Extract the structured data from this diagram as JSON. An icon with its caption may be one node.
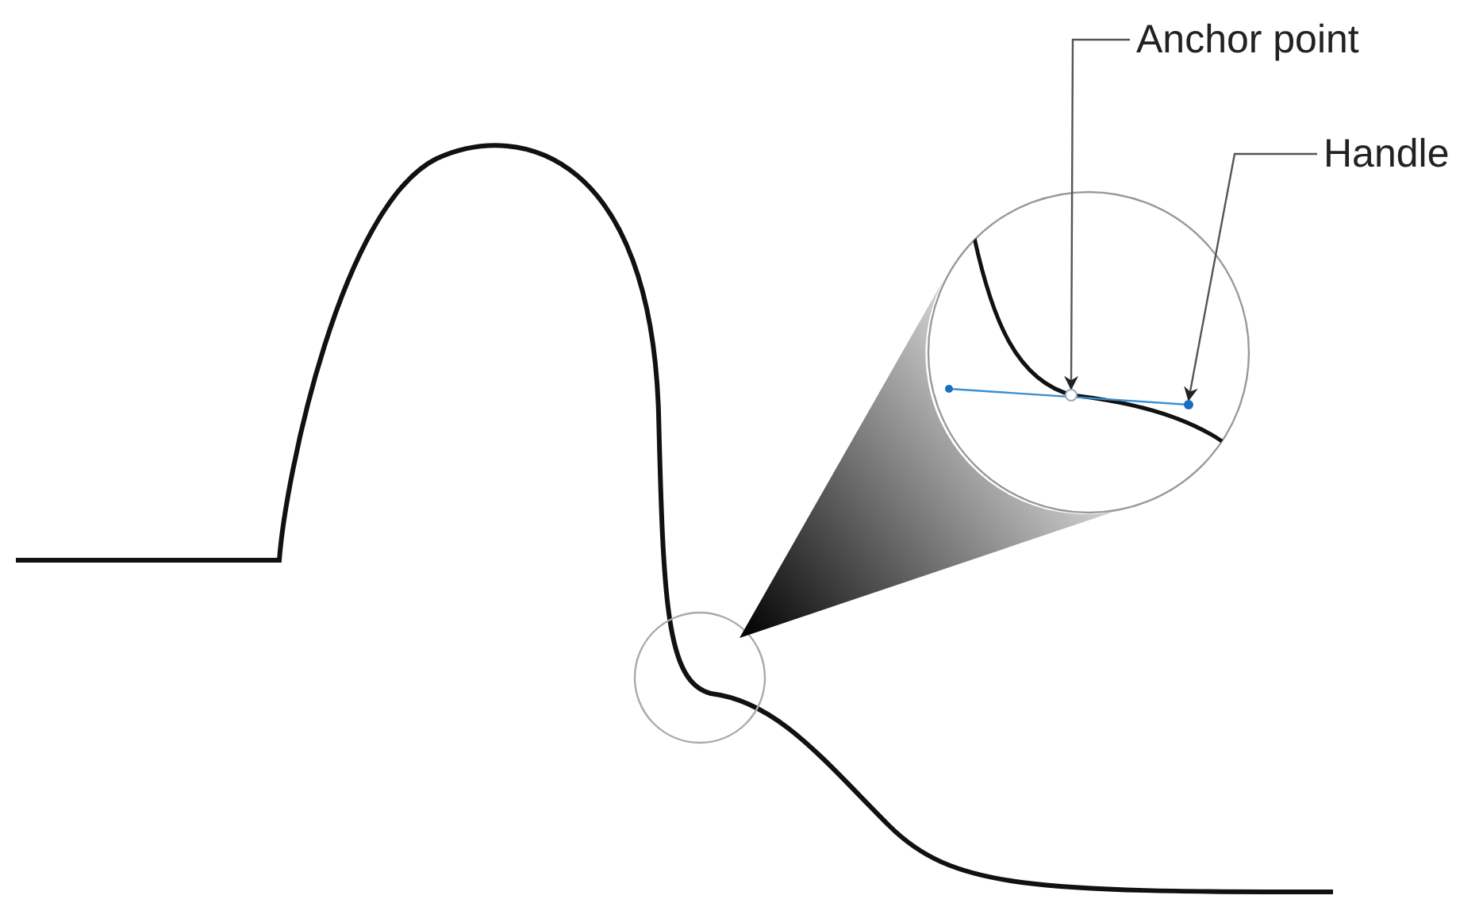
{
  "diagram": {
    "nodes": [
      {
        "text": [
          "Anchor point"
        ]
      },
      {
        "text": [
          "Handle"
        ]
      },
      {
        "text": [],
        "shape": "circle"
      },
      {
        "text": [],
        "shape": "circle"
      }
    ],
    "edges": [
      {
        "from": 0,
        "to": 2,
        "arrow": "to"
      },
      {
        "from": 1,
        "to": 3,
        "arrow": "to"
      }
    ]
  }
}
